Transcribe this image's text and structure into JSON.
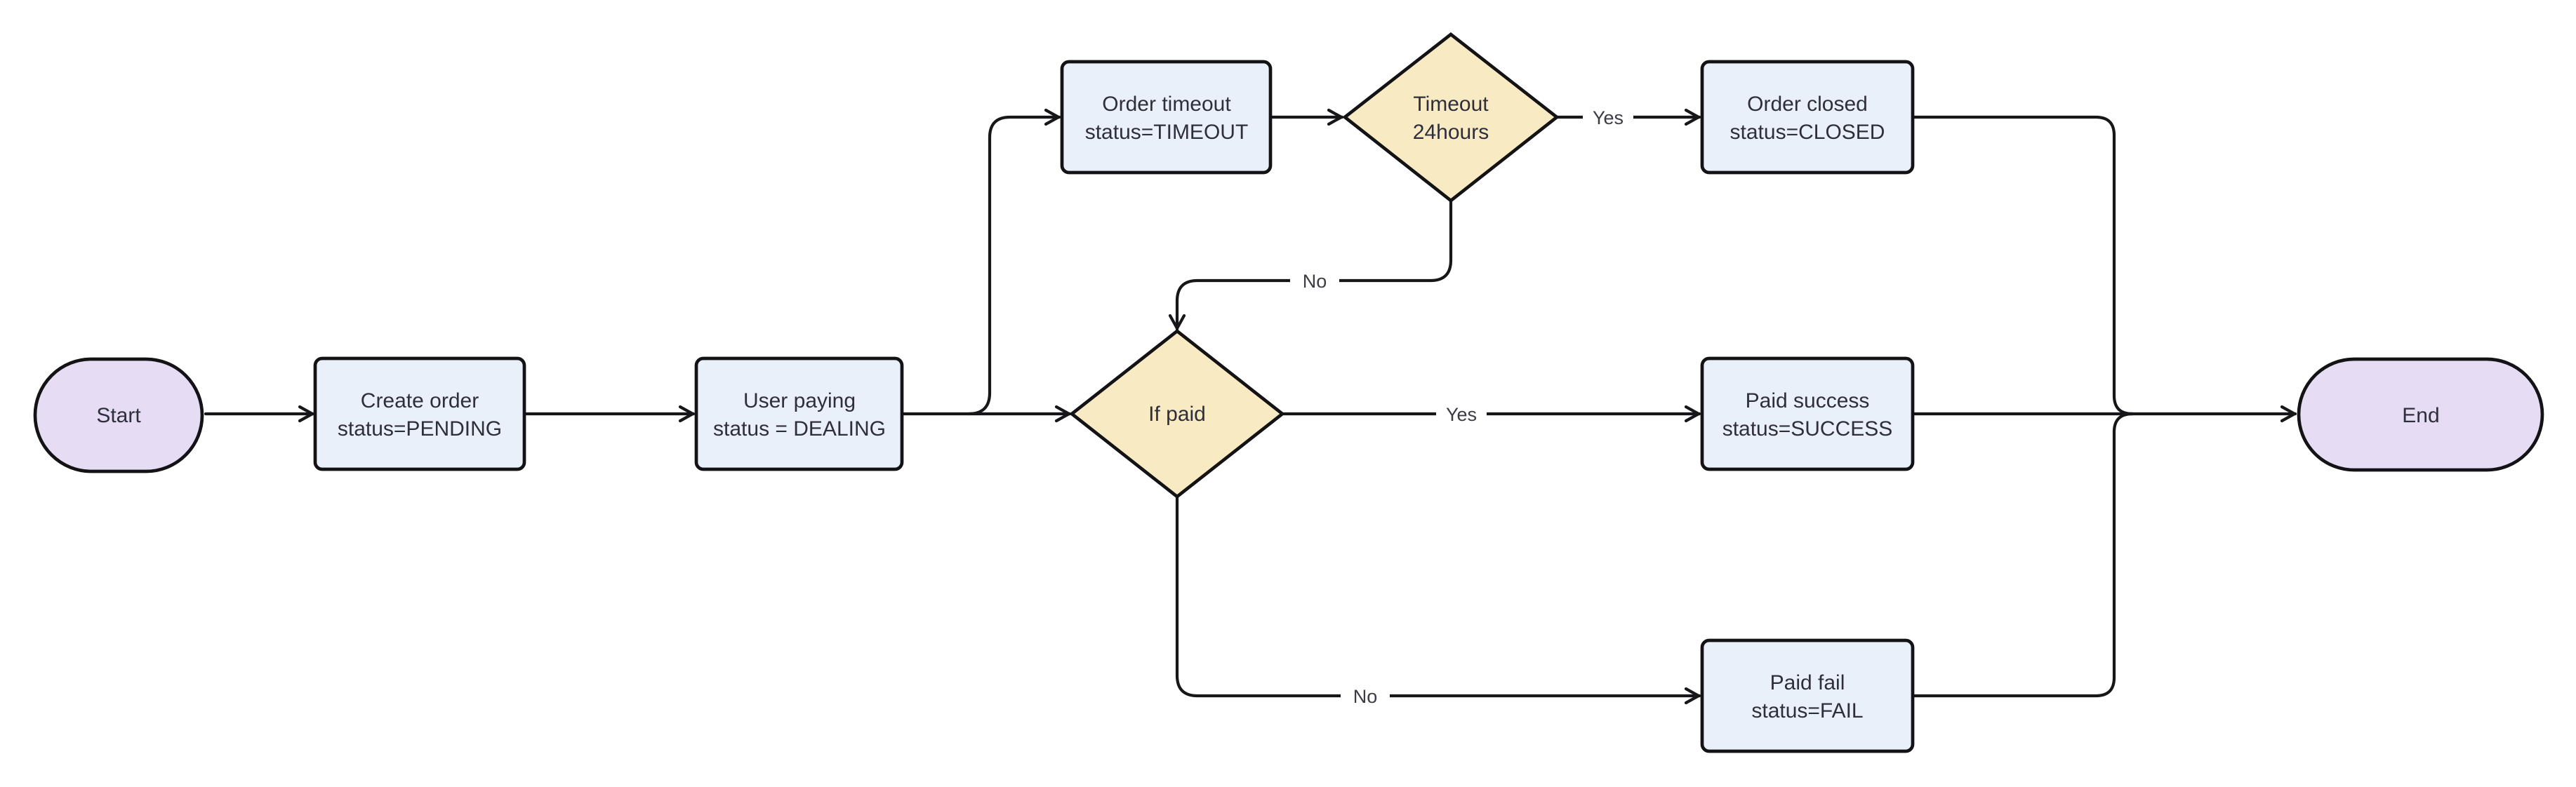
{
  "diagram": {
    "title": "order-payment-flowchart",
    "colors": {
      "background": "#ffffff",
      "line": "#171719",
      "node_border": "#131316",
      "node_text": "#2e2e3c",
      "edge_label_text": "#3c3c44",
      "process_fill": "#eaf0fa",
      "terminal_fill": "#e6dcf3",
      "decision_fill": "#f8eac3"
    },
    "nodes": {
      "start": {
        "type": "stadium",
        "label": "Start"
      },
      "create_order": {
        "type": "process",
        "line1": "Create order",
        "line2": "status=PENDING"
      },
      "user_paying": {
        "type": "process",
        "line1": "User paying",
        "line2": "status = DEALING"
      },
      "order_timeout": {
        "type": "process",
        "line1": "Order timeout",
        "line2": "status=TIMEOUT"
      },
      "timeout_decision": {
        "type": "decision",
        "line1": "Timeout",
        "line2": "24hours"
      },
      "order_closed": {
        "type": "process",
        "line1": "Order closed",
        "line2": "status=CLOSED"
      },
      "if_paid": {
        "type": "decision",
        "label": "If paid"
      },
      "paid_success": {
        "type": "process",
        "line1": "Paid success",
        "line2": "status=SUCCESS"
      },
      "paid_fail": {
        "type": "process",
        "line1": "Paid fail",
        "line2": "status=FAIL"
      },
      "end": {
        "type": "stadium",
        "label": "End"
      }
    },
    "edge_labels": {
      "timeout_yes": "Yes",
      "timeout_no": "No",
      "paid_yes": "Yes",
      "paid_no": "No"
    }
  }
}
